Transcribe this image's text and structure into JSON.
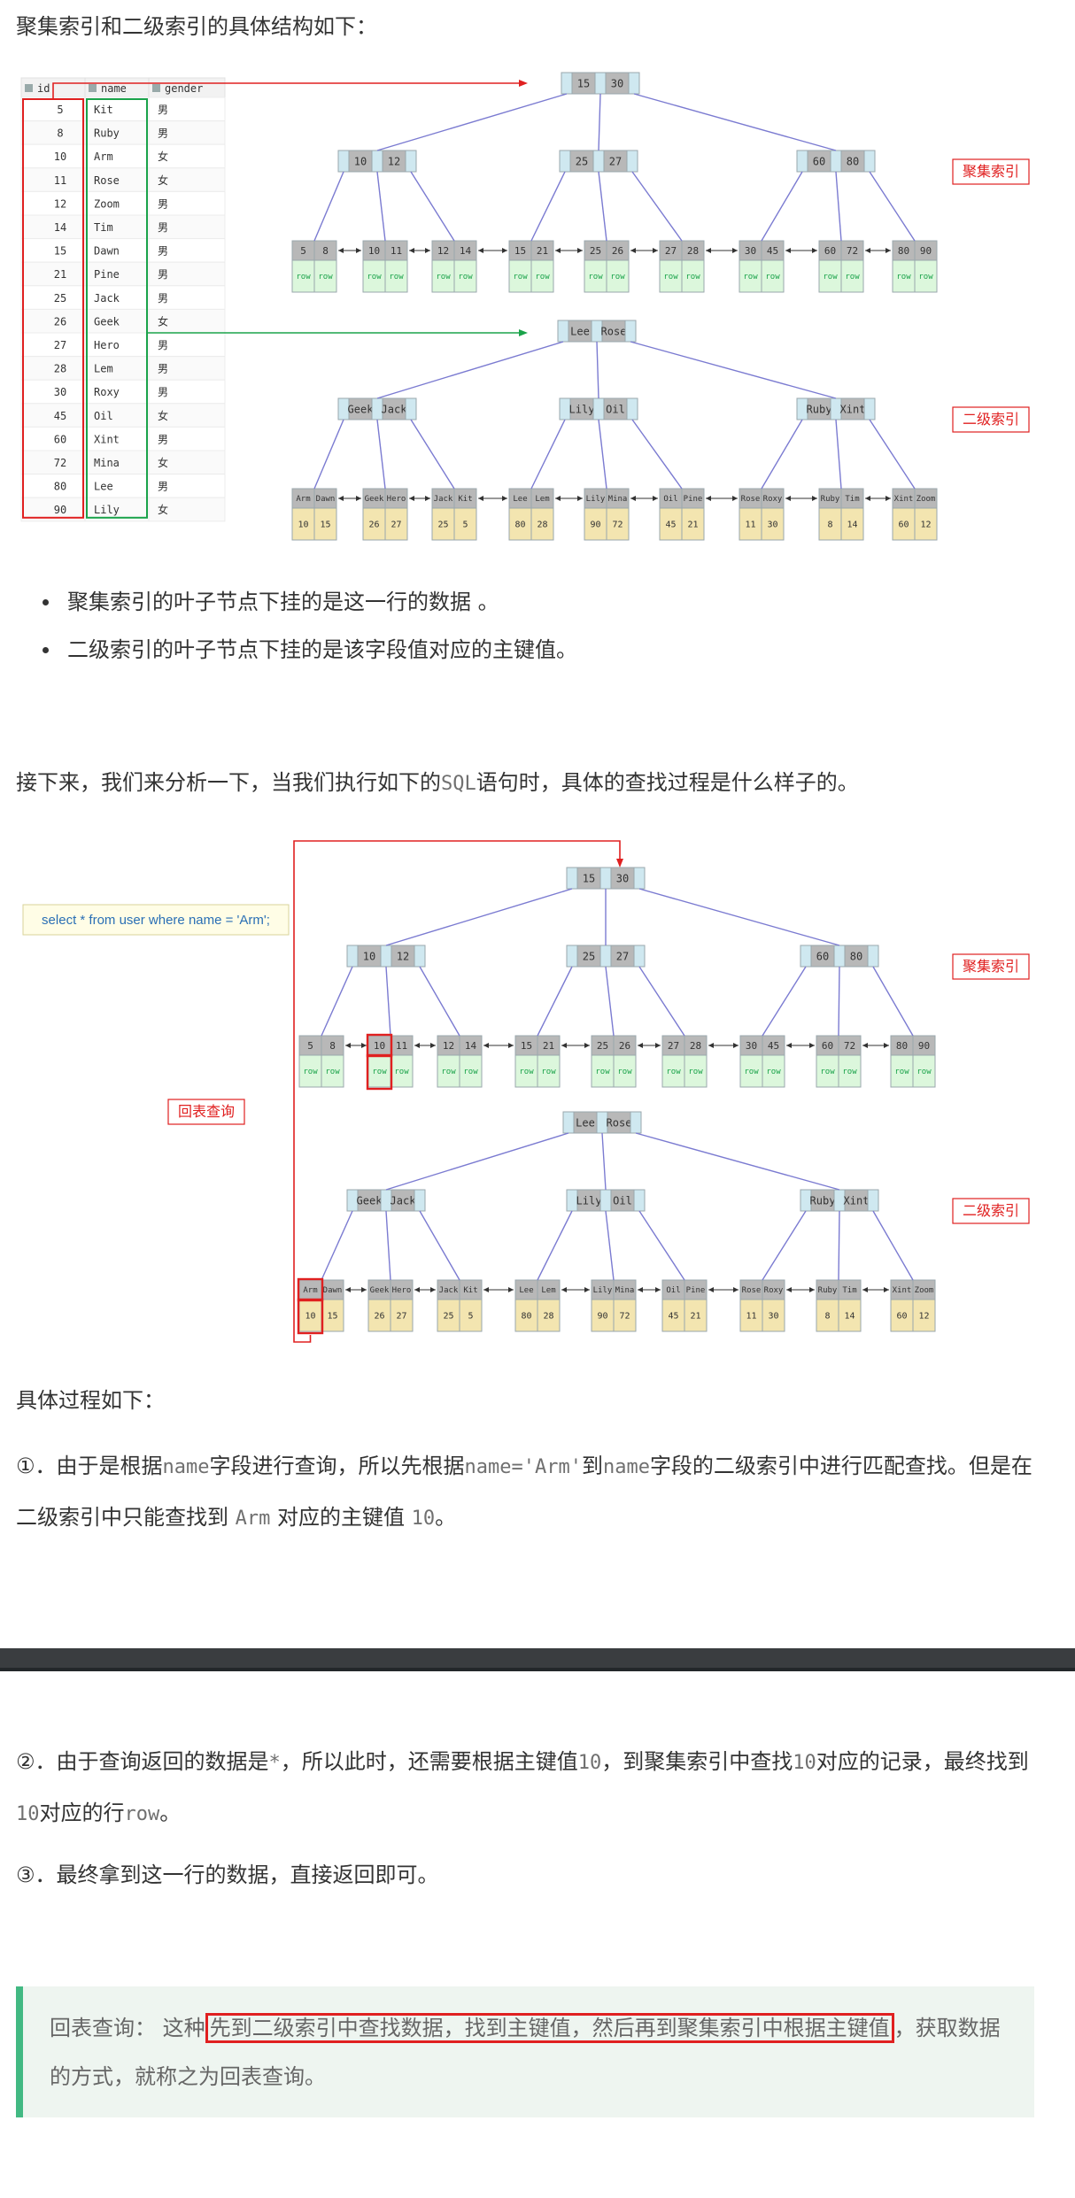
{
  "intro": "聚集索引和二级索引的具体结构如下：",
  "table": {
    "headers": [
      "id",
      "name",
      "gender"
    ],
    "rows": [
      [
        "5",
        "Kit",
        "男"
      ],
      [
        "8",
        "Ruby",
        "男"
      ],
      [
        "10",
        "Arm",
        "女"
      ],
      [
        "11",
        "Rose",
        "女"
      ],
      [
        "12",
        "Zoom",
        "男"
      ],
      [
        "14",
        "Tim",
        "男"
      ],
      [
        "15",
        "Dawn",
        "男"
      ],
      [
        "21",
        "Pine",
        "男"
      ],
      [
        "25",
        "Jack",
        "男"
      ],
      [
        "26",
        "Geek",
        "女"
      ],
      [
        "27",
        "Hero",
        "男"
      ],
      [
        "28",
        "Lem",
        "男"
      ],
      [
        "30",
        "Roxy",
        "男"
      ],
      [
        "45",
        "Oil",
        "女"
      ],
      [
        "60",
        "Xint",
        "男"
      ],
      [
        "72",
        "Mina",
        "女"
      ],
      [
        "80",
        "Lee",
        "男"
      ],
      [
        "90",
        "Lily",
        "女"
      ]
    ]
  },
  "cluster": {
    "label": "聚集索引",
    "root": [
      "15",
      "30"
    ],
    "mid": [
      [
        "10",
        "12"
      ],
      [
        "25",
        "27"
      ],
      [
        "60",
        "80"
      ]
    ],
    "leaves": [
      [
        "5",
        "8"
      ],
      [
        "10",
        "11"
      ],
      [
        "12",
        "14"
      ],
      [
        "15",
        "21"
      ],
      [
        "25",
        "26"
      ],
      [
        "27",
        "28"
      ],
      [
        "30",
        "45"
      ],
      [
        "60",
        "72"
      ],
      [
        "80",
        "90"
      ]
    ],
    "row_text": "row"
  },
  "secondary": {
    "label": "二级索引",
    "root": [
      "Lee",
      "Rose"
    ],
    "mid": [
      [
        "Geek",
        "Jack"
      ],
      [
        "Lily",
        "Oil"
      ],
      [
        "Ruby",
        "Xint"
      ]
    ],
    "leaves": [
      {
        "keys": [
          "Arm",
          "Dawn"
        ],
        "ids": [
          "10",
          "15"
        ]
      },
      {
        "keys": [
          "Geek",
          "Hero"
        ],
        "ids": [
          "26",
          "27"
        ]
      },
      {
        "keys": [
          "Jack",
          "Kit"
        ],
        "ids": [
          "25",
          "5"
        ]
      },
      {
        "keys": [
          "Lee",
          "Lem"
        ],
        "ids": [
          "80",
          "28"
        ]
      },
      {
        "keys": [
          "Lily",
          "Mina"
        ],
        "ids": [
          "90",
          "72"
        ]
      },
      {
        "keys": [
          "Oil",
          "Pine"
        ],
        "ids": [
          "45",
          "21"
        ]
      },
      {
        "keys": [
          "Rose",
          "Roxy"
        ],
        "ids": [
          "11",
          "30"
        ]
      },
      {
        "keys": [
          "Ruby",
          "Tim"
        ],
        "ids": [
          "8",
          "14"
        ]
      },
      {
        "keys": [
          "Xint",
          "Zoom"
        ],
        "ids": [
          "60",
          "12"
        ]
      }
    ]
  },
  "bullets": [
    "聚集索引的叶子节点下挂的是这一行的数据 。",
    "二级索引的叶子节点下挂的是该字段值对应的主键值。"
  ],
  "para2": {
    "before": "接下来，我们来分析一下，当我们执行如下的",
    "code": "SQL",
    "after": "语句时，具体的查找过程是什么样子的。"
  },
  "sql": "select * from user where name = 'Arm';",
  "back_lookup_label": "回表查询",
  "process_title": "具体过程如下：",
  "step1": {
    "a": "①．由于是根据",
    "c1": "name",
    "b": "字段进行查询，所以先根据",
    "c2": "name='Arm'",
    "c": "到",
    "c3": "name",
    "d": "字段的二级索引中进行匹配查找。但是在二级索引中只能查找到 ",
    "c4": "Arm",
    "e": " 对应的主键值 ",
    "c5": "10",
    "f": "。"
  },
  "step2": {
    "a": "②．由于查询返回的数据是",
    "c1": "*",
    "b": "，所以此时，还需要根据主键值",
    "c2": "10",
    "c": "，到聚集索引中查找",
    "c3": "10",
    "d": "对应的记录，最终找到",
    "c4": "10",
    "e": "对应的行",
    "c5": "row",
    "f": "。"
  },
  "step3": "③．最终拿到这一行的数据，直接返回即可。",
  "note": {
    "prefix": "回表查询：  这种",
    "highlight": "先到二级索引中查找数据，找到主键值，然后再到聚集索引中根据主键值",
    "suffix": "，获取数据的方式，就称之为回表查询。"
  },
  "colors": {
    "red": "#e02020",
    "green": "#1aa34a",
    "node": "#cfe8f0",
    "key": "#b8b8b8",
    "row": "#dcf7dc",
    "pk": "#f3e5b0",
    "line": "#7b7bd1"
  }
}
